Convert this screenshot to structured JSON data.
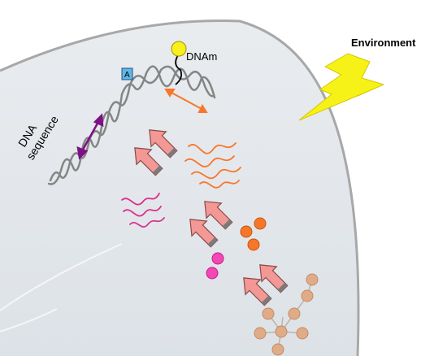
{
  "labels": {
    "environment": "Environment",
    "dnam": "DNAm",
    "dna_line1": "DNA",
    "dna_line2": "sequence",
    "a_badge": "A"
  },
  "colors": {
    "cell_fill": "#e3e7ec",
    "cell_edge": "#a7a7a7",
    "dna_strand": "#858585",
    "methyl_ball": "#f8ef1f",
    "bolt": "#f6f217",
    "orange": "#f7772a",
    "magenta": "#d9328b",
    "pink_dot": "#f247b4",
    "salmon_arrow": "#f39895",
    "purple_arrow": "#7d1185",
    "network_node": "#e0ab87",
    "badge_fill": "#62b7e4"
  }
}
